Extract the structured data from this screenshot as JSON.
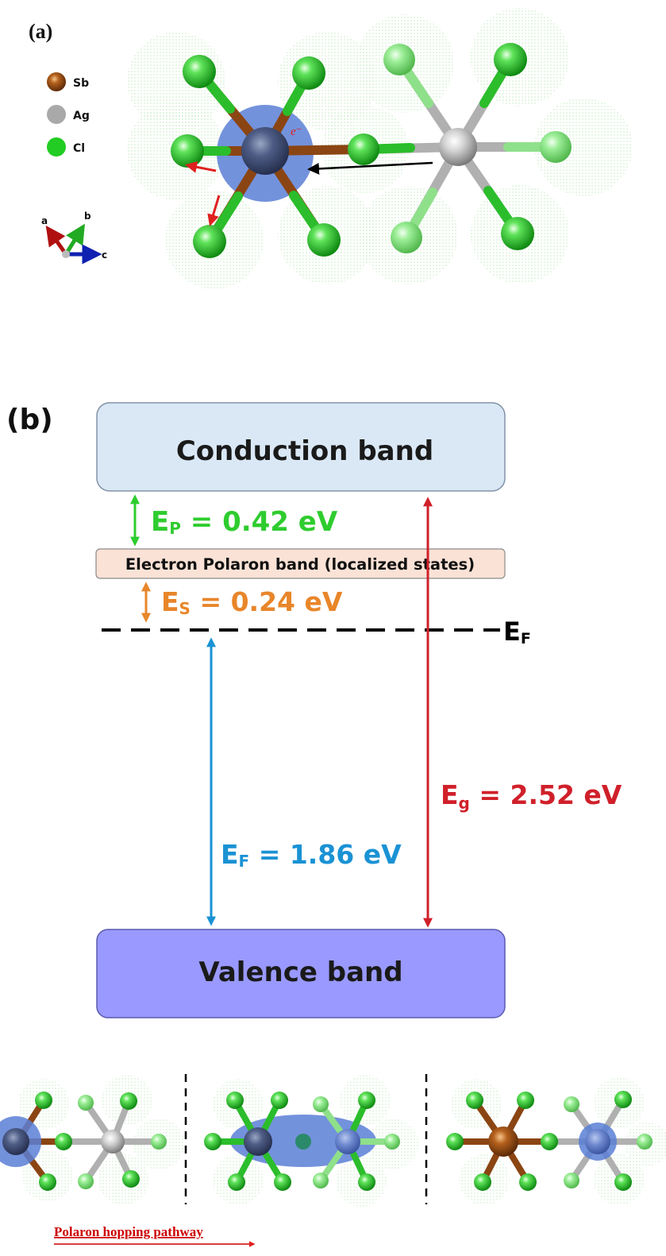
{
  "panel_a": {
    "label": "(a)",
    "legend": [
      {
        "symbol": "Sb",
        "color": "#a0521c"
      },
      {
        "symbol": "Ag",
        "color": "#a9a9a9"
      },
      {
        "symbol": "Cl",
        "color": "#22cc22"
      }
    ],
    "axes": {
      "a": "a",
      "b": "b",
      "c": "c"
    },
    "electron_label": "e⁻",
    "colors": {
      "polaron": "#5a7fd6",
      "cl": "#22c41e",
      "bond_sb": "#8b4513",
      "bond_ag": "#b0b0b0",
      "arrow_red": "#e02020"
    }
  },
  "panel_b": {
    "label": "(b)",
    "conduction_band": "Conduction band",
    "valence_band": "Valence band",
    "polaron_band": "Electron Polaron band (localized states)",
    "ep": {
      "main": "E",
      "sub": "P",
      "value": " = 0.42 eV",
      "color": "#2ecc2e"
    },
    "es": {
      "main": "E",
      "sub": "S",
      "value": " = 0.24 eV",
      "color": "#e8862a"
    },
    "fermi": {
      "main": "E",
      "sub": "F"
    },
    "ef": {
      "main": "E",
      "sub": "F",
      "value": " = 1.86 eV",
      "color": "#1a92d4"
    },
    "eg": {
      "main": "E",
      "sub": "g",
      "value": " = 2.52 eV",
      "color": "#d0202a"
    },
    "colors": {
      "cb_fill": "#dae8f6",
      "vb_fill": "#9999ff",
      "polaron_fill": "#fbe2d6"
    }
  },
  "panel_c": {
    "caption": "Polaron hopping pathway",
    "caption_color": "#cc0000"
  }
}
